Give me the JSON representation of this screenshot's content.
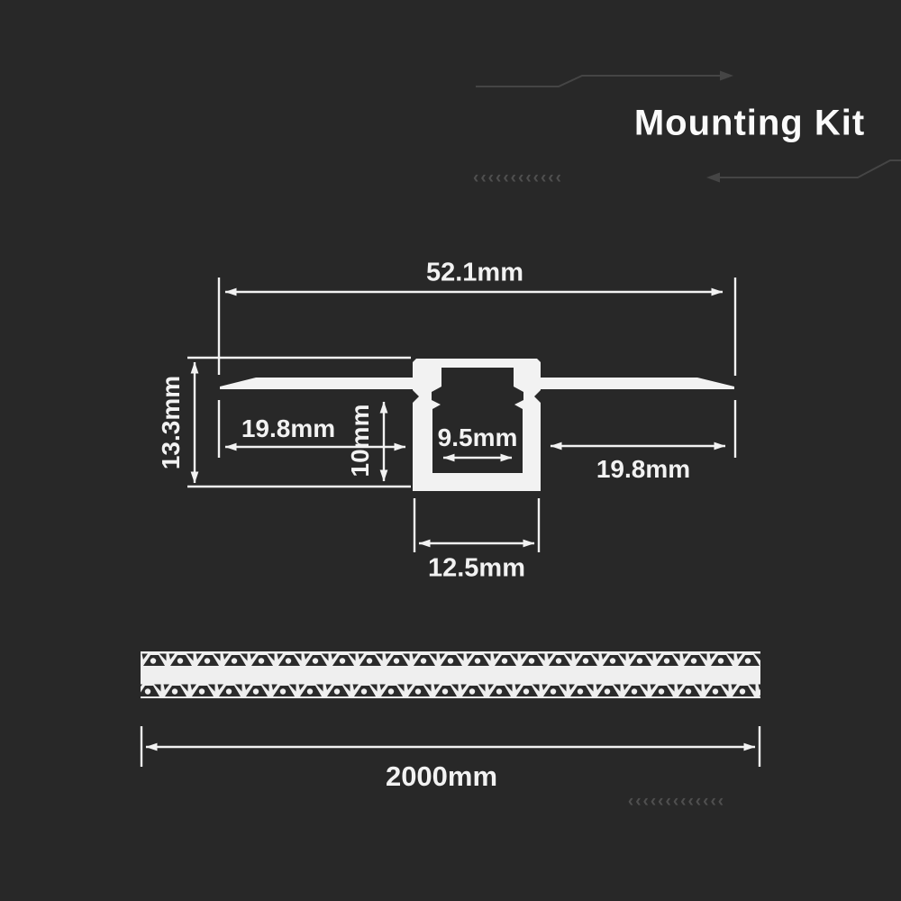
{
  "canvas": {
    "background": "#282828",
    "line_color": "#f2f2f2",
    "trace_color": "#454545",
    "chevron_color": "#4f4f4f"
  },
  "header": {
    "title": "Mounting Kit"
  },
  "cross_section": {
    "labels": {
      "overall_width": "52.1mm",
      "overall_height": "13.3mm",
      "left_flange": "19.8mm",
      "inner_depth": "10mm",
      "inner_width": "9.5mm",
      "right_flange": "19.8mm",
      "channel_width": "12.5mm"
    }
  },
  "length_view": {
    "length": "2000mm"
  },
  "decor": {
    "chevrons_top": "‹‹‹‹‹‹‹‹‹‹‹‹",
    "chevrons_bottom": "‹‹‹‹‹‹‹‹‹‹‹‹‹"
  }
}
